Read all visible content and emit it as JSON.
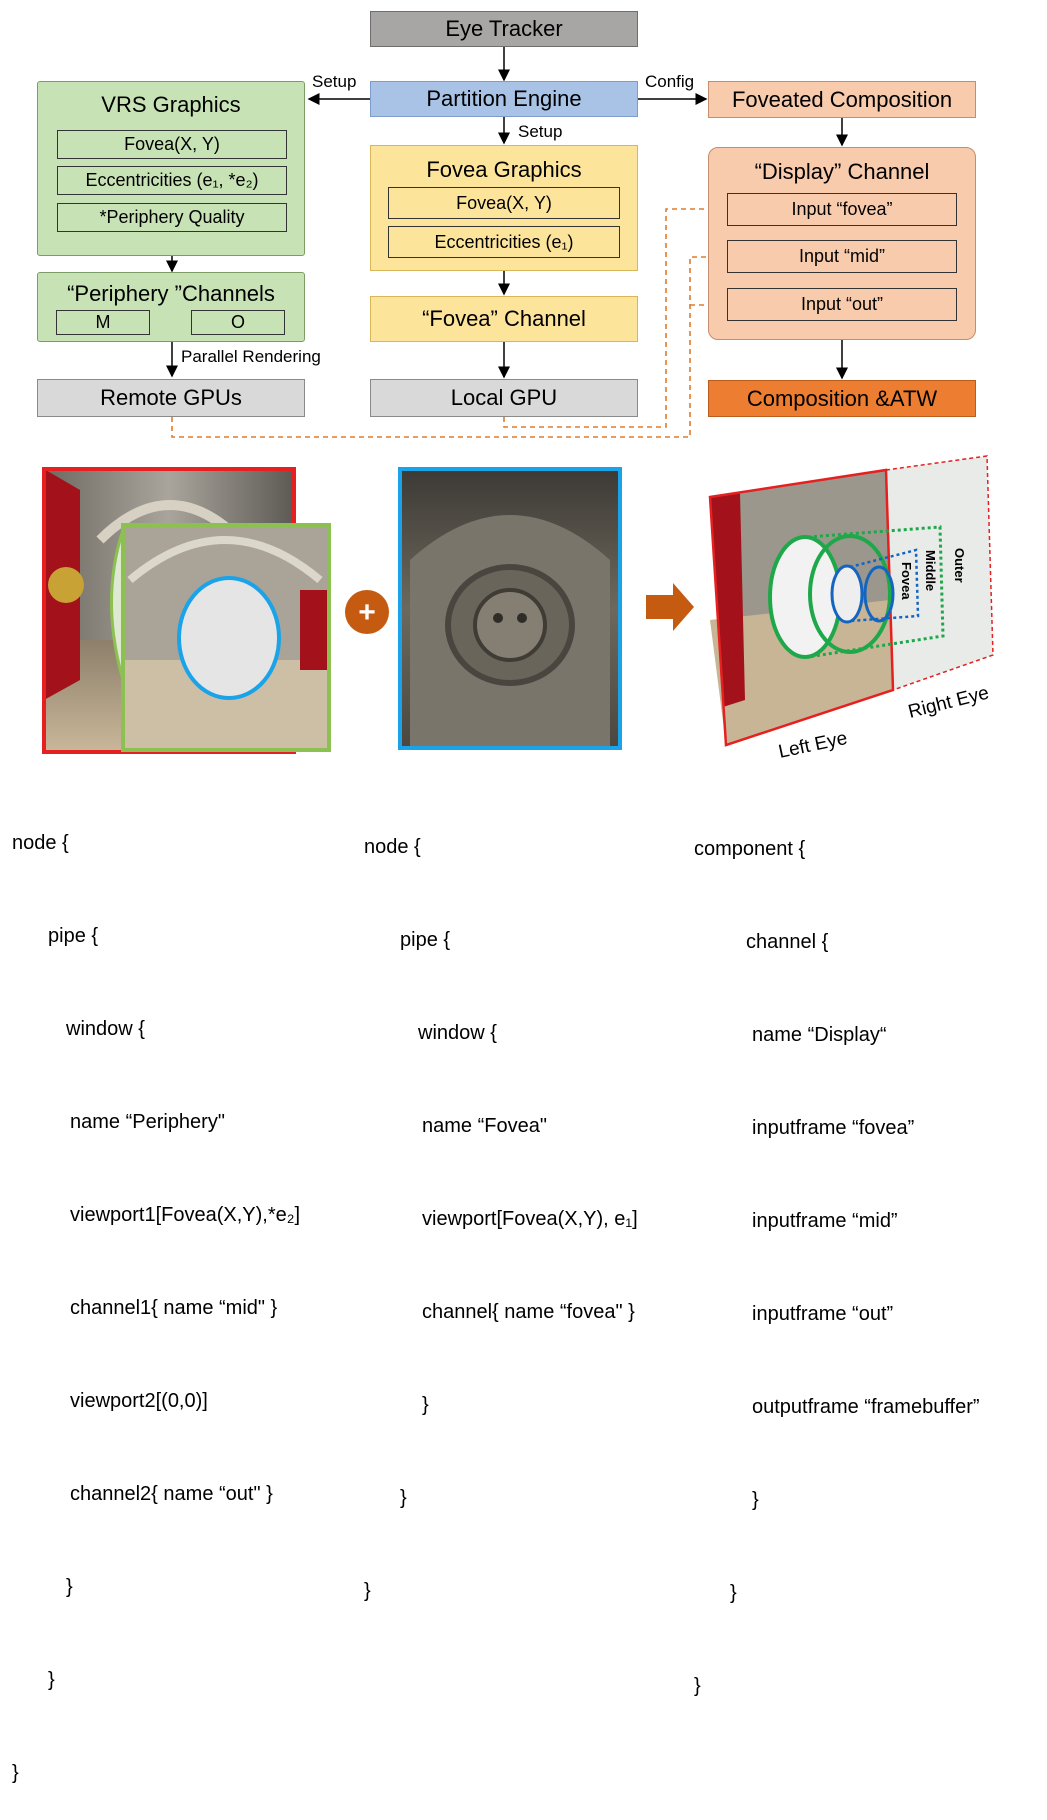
{
  "flow": {
    "eye_tracker": "Eye Tracker",
    "partition_engine": "Partition Engine",
    "setup_left": "Setup",
    "setup_down": "Setup",
    "config": "Config",
    "vrs": {
      "title": "VRS Graphics",
      "items": [
        "Fovea(X, Y)",
        "Eccentricities (e₁, *e₂)",
        "*Periphery Quality"
      ]
    },
    "periphery_channels": {
      "title": "“Periphery ”Channels",
      "m": "M",
      "o": "O"
    },
    "parallel_rendering": "Parallel Rendering",
    "remote_gpus": "Remote GPUs",
    "fovea_graphics": {
      "title": "Fovea Graphics",
      "items": [
        "Fovea(X, Y)",
        "Eccentricities (e₁)"
      ]
    },
    "fovea_channel": "“Fovea” Channel",
    "local_gpu": "Local GPU",
    "foveated_composition": "Foveated Composition",
    "display_channel": {
      "title": "“Display” Channel",
      "inputs": [
        "Input “fovea”",
        "Input “mid”",
        "Input “out”"
      ]
    },
    "composition_atw": "Composition &ATW"
  },
  "images": {
    "plus": "+",
    "labels": {
      "outer": "Outer",
      "middle": "Middle",
      "fovea": "Fovea",
      "left_eye": "Left Eye",
      "right_eye": "Right Eye"
    }
  },
  "code": {
    "left": [
      "node {",
      "pipe {",
      "window {",
      "name “Periphery\"",
      "viewport1[Fovea(X,Y),*e₂]",
      "channel1{ name “mid\" }",
      "viewport2[(0,0)]",
      "channel2{ name “out\" }",
      "}",
      "}",
      "}"
    ],
    "middle": [
      "node {",
      "pipe {",
      "window {",
      "name “Fovea\"",
      "viewport[Fovea(X,Y), e₁]",
      "channel{ name “fovea\" }",
      "}",
      "}",
      "}"
    ],
    "right": [
      "component {",
      "channel {",
      "name “Display“",
      "inputframe “fovea”",
      "inputframe “mid”",
      "inputframe “out”",
      "outputframe “framebuffer”",
      "}",
      "}",
      "}"
    ]
  },
  "colors": {
    "periphery_border": "#e62020",
    "mid_border": "#8cc152",
    "fovea_border": "#1aa3e8",
    "composition_orange": "#ed7d31",
    "dashed_link": "#e07b2a"
  }
}
